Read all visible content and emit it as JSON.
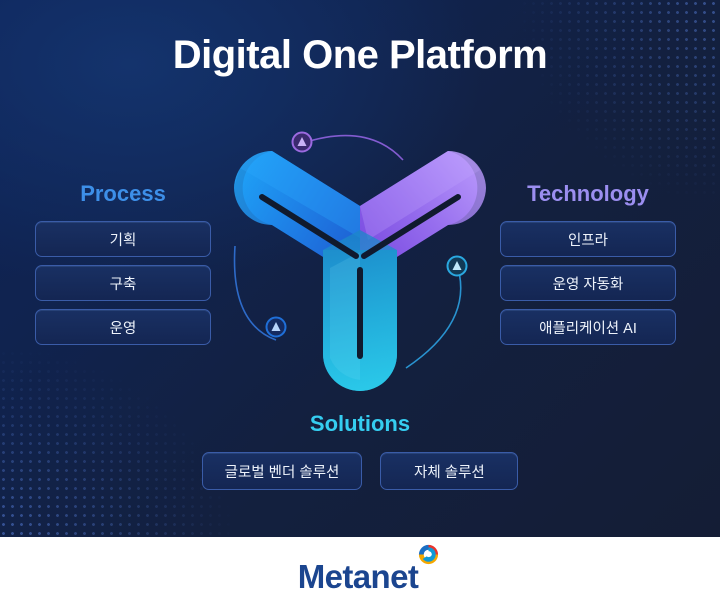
{
  "page": {
    "title": "Digital One Platform",
    "background_top": "#0d2257",
    "background_bottom": "#141d35"
  },
  "process": {
    "heading": "Process",
    "heading_color": "#3d8fe8",
    "items": [
      {
        "label": "기획"
      },
      {
        "label": "구축"
      },
      {
        "label": "운영"
      }
    ]
  },
  "technology": {
    "heading": "Technology",
    "heading_color": "#9b8ef0",
    "items": [
      {
        "label": "인프라"
      },
      {
        "label": "운영 자동화"
      },
      {
        "label": "애플리케이션 AI"
      }
    ]
  },
  "solutions": {
    "heading": "Solutions",
    "heading_color": "#35cdf0",
    "items": [
      {
        "label": "글로벌 벤더 솔루션"
      },
      {
        "label": "자체 솔루션"
      }
    ]
  },
  "logo": {
    "name": "tri-arm-platform-logo",
    "arms": [
      {
        "name": "process-arm",
        "color_start": "#0d8ff0",
        "color_end": "#1758c8"
      },
      {
        "name": "technology-arm",
        "color_start": "#a47bf0",
        "color_end": "#6a3fd0"
      },
      {
        "name": "solutions-arm",
        "color_start": "#1fb8e0",
        "color_end": "#1a7fb8"
      }
    ],
    "markers": [
      {
        "name": "marker-technology",
        "color": "#9b6ae0"
      },
      {
        "name": "marker-solutions",
        "color": "#2aa8e0"
      },
      {
        "name": "marker-process",
        "color": "#1f6fd8"
      }
    ]
  },
  "footer": {
    "brand": "Metanet",
    "brand_color": "#1b458f",
    "mark_colors": [
      "#e8342c",
      "#f5a800",
      "#1a6fc4",
      "#0f9ad6"
    ]
  }
}
